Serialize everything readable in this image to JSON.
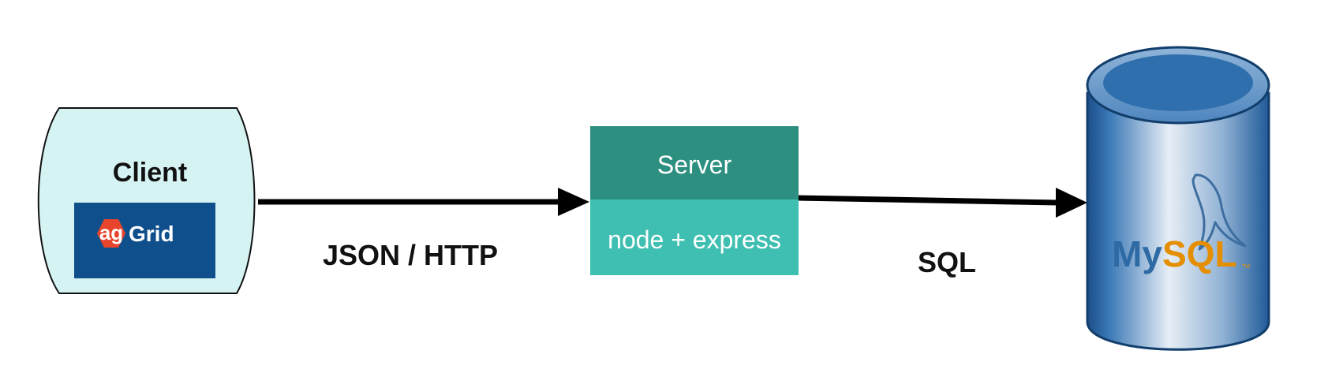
{
  "client": {
    "title": "Client",
    "logo_prefix": "ag",
    "logo_word": "Grid",
    "logo_bg": "#0f4f8c",
    "logo_accent": "#e8452c",
    "fill": "#d6f3f3"
  },
  "connections": [
    {
      "label": "JSON / HTTP"
    },
    {
      "label": "SQL"
    }
  ],
  "server": {
    "title": "Server",
    "subtitle": "node + express",
    "top_color": "#2d8f80",
    "bottom_color": "#3fbfb1"
  },
  "database": {
    "logo_my": "My",
    "logo_sql": "SQL",
    "logo_tm": "TM",
    "icon": "mysql-dolphin-icon",
    "body_color": "#2f6fad"
  }
}
